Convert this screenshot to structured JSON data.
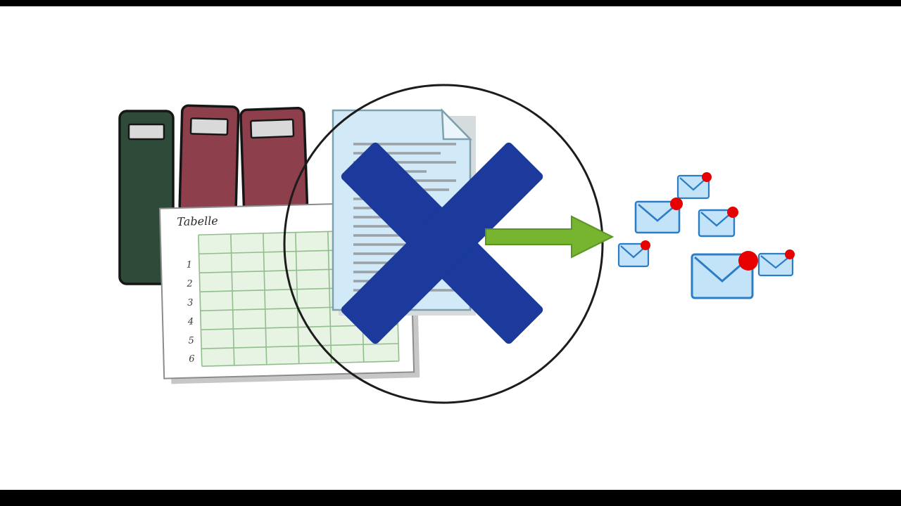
{
  "colors": {
    "background": "#ffffff",
    "letterbox": "#000000",
    "binder_green": "#2e4b3a",
    "binder_red": "#8e3f4c",
    "binder_outline": "#161616",
    "binder_label": "#d9d9d9",
    "table_panel": "#ffffff",
    "table_border": "#8c8c8c",
    "table_shadow": "#c7c7c7",
    "table_grid_fill": "#e7f3e3",
    "table_grid_line": "#92bd8c",
    "document_fill": "#d2eaf7",
    "document_fold": "#eaf6fc",
    "document_outline": "#7fa0ad",
    "document_shadow": "#d6dbdd",
    "document_text_line": "#9aa2a8",
    "cross_blue": "#1b3a9b",
    "circle_outline": "#1c1c1c",
    "arrow_green": "#77b531",
    "arrow_outline": "#5a9422",
    "envelope_fill": "#c2e3f8",
    "envelope_outline": "#2d7dc5",
    "notification_red": "#e60000"
  },
  "table": {
    "title": "Tabelle",
    "row_labels": [
      "1",
      "2",
      "3",
      "4",
      "5",
      "6"
    ]
  },
  "emails": {
    "count": 6
  },
  "icons": {
    "binders": "archive-binder-icon",
    "table": "spreadsheet-icon",
    "document": "document-icon",
    "cross": "cross-icon",
    "circle": "circle-outline-icon",
    "arrow": "arrow-right-icon",
    "email": "email-envelope-icon",
    "notification": "notification-dot-icon"
  }
}
